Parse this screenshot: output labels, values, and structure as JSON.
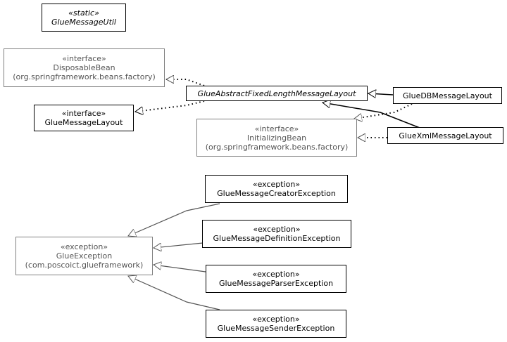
{
  "classes": {
    "glue_message_util": {
      "stereotype": "«static»",
      "name": "GlueMessageUtil"
    },
    "disposable_bean": {
      "stereotype": "«interface»",
      "name": "DisposableBean",
      "package": "(org.springframework.beans.factory)"
    },
    "glue_abstract_layout": {
      "name": "GlueAbstractFixedLengthMessageLayout"
    },
    "glue_db_layout": {
      "name": "GlueDBMessageLayout"
    },
    "glue_message_layout": {
      "stereotype": "«interface»",
      "name": "GlueMessageLayout"
    },
    "initializing_bean": {
      "stereotype": "«interface»",
      "name": "InitializingBean",
      "package": "(org.springframework.beans.factory)"
    },
    "glue_xml_layout": {
      "name": "GlueXmlMessageLayout"
    },
    "creator_exception": {
      "stereotype": "«exception»",
      "name": "GlueMessageCreatorException"
    },
    "definition_exception": {
      "stereotype": "«exception»",
      "name": "GlueMessageDefinitionException"
    },
    "glue_exception": {
      "stereotype": "«exception»",
      "name": "GlueException",
      "package": "(com.poscoict.glueframework)"
    },
    "parser_exception": {
      "stereotype": "«exception»",
      "name": "GlueMessageParserException"
    },
    "sender_exception": {
      "stereotype": "«exception»",
      "name": "GlueMessageSenderException"
    }
  },
  "colors": {
    "line": "#000000",
    "external_border": "#808080",
    "generalization_line": "#555555"
  }
}
